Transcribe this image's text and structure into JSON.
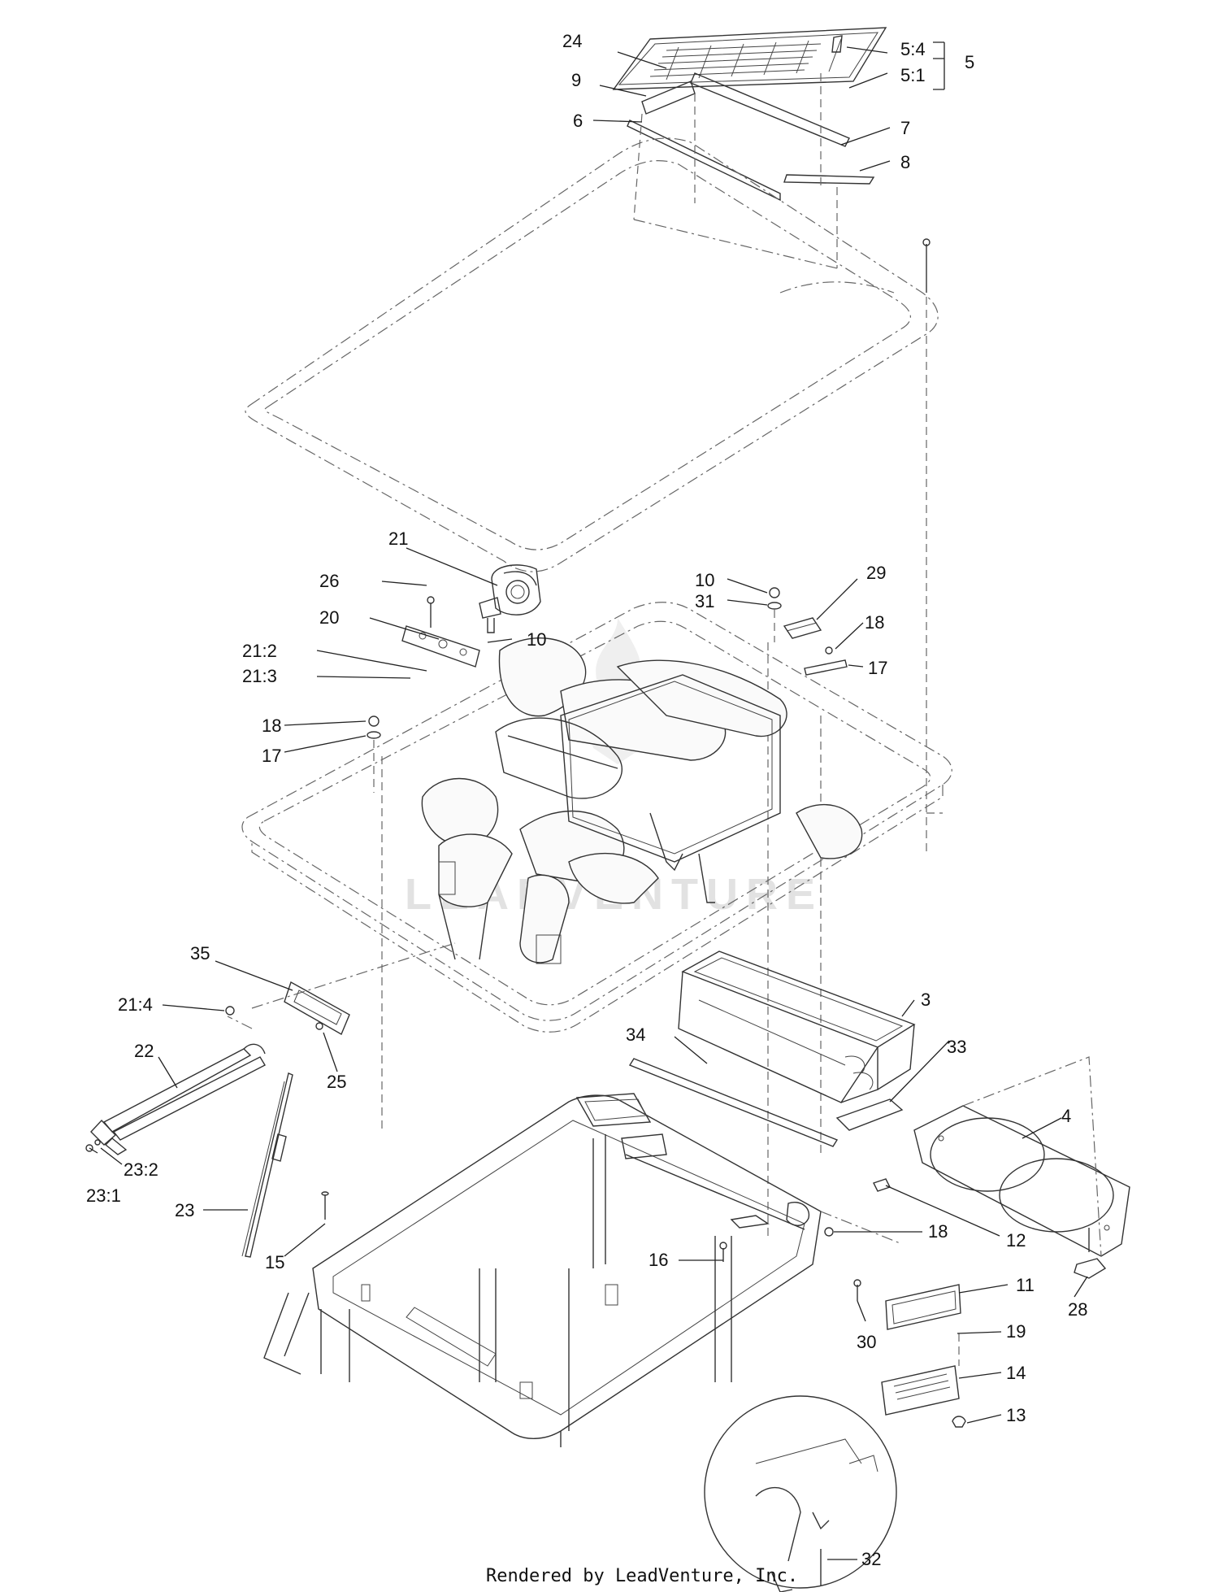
{
  "watermark_text": "LEADVENTURE",
  "footer_text": "Rendered by LeadVenture, Inc.",
  "callouts": [
    {
      "id": "c24",
      "label": "24"
    },
    {
      "id": "c9",
      "label": "9"
    },
    {
      "id": "c6",
      "label": "6"
    },
    {
      "id": "c54",
      "label": "5:4"
    },
    {
      "id": "c51",
      "label": "5:1"
    },
    {
      "id": "c5",
      "label": "5"
    },
    {
      "id": "c7",
      "label": "7"
    },
    {
      "id": "c8",
      "label": "8"
    },
    {
      "id": "c21",
      "label": "21"
    },
    {
      "id": "c26",
      "label": "26"
    },
    {
      "id": "c20",
      "label": "20"
    },
    {
      "id": "c212",
      "label": "21:2"
    },
    {
      "id": "c213",
      "label": "21:3"
    },
    {
      "id": "c10a",
      "label": "10"
    },
    {
      "id": "c18a",
      "label": "18"
    },
    {
      "id": "c17a",
      "label": "17"
    },
    {
      "id": "c29",
      "label": "29"
    },
    {
      "id": "c10b",
      "label": "10"
    },
    {
      "id": "c31",
      "label": "31"
    },
    {
      "id": "c18b",
      "label": "18"
    },
    {
      "id": "c17b",
      "label": "17"
    },
    {
      "id": "c35",
      "label": "35"
    },
    {
      "id": "c214",
      "label": "21:4"
    },
    {
      "id": "c22",
      "label": "22"
    },
    {
      "id": "c25",
      "label": "25"
    },
    {
      "id": "c3",
      "label": "3"
    },
    {
      "id": "c34",
      "label": "34"
    },
    {
      "id": "c33",
      "label": "33"
    },
    {
      "id": "c4",
      "label": "4"
    },
    {
      "id": "c232",
      "label": "23:2"
    },
    {
      "id": "c231",
      "label": "23:1"
    },
    {
      "id": "c23",
      "label": "23"
    },
    {
      "id": "c15",
      "label": "15"
    },
    {
      "id": "c16",
      "label": "16"
    },
    {
      "id": "c18c",
      "label": "18"
    },
    {
      "id": "c12",
      "label": "12"
    },
    {
      "id": "c28",
      "label": "28"
    },
    {
      "id": "c11",
      "label": "11"
    },
    {
      "id": "c30",
      "label": "30"
    },
    {
      "id": "c19",
      "label": "19"
    },
    {
      "id": "c14",
      "label": "14"
    },
    {
      "id": "c13",
      "label": "13"
    },
    {
      "id": "c32",
      "label": "32"
    }
  ]
}
